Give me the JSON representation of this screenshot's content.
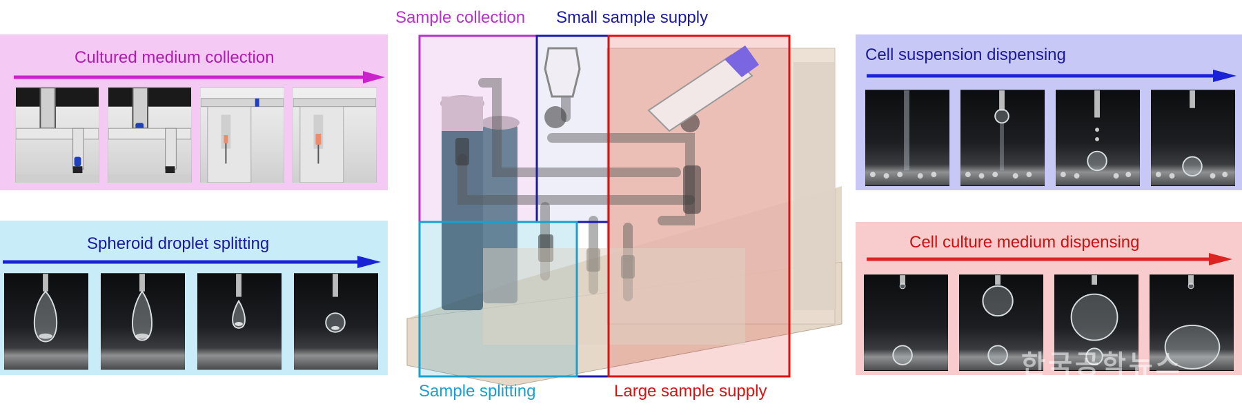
{
  "panels": {
    "cultured": {
      "title": "Cultured medium collection",
      "bg": "#f4c9f4",
      "title_color": "#b21ab2",
      "arrow_color": "#cc22cc"
    },
    "spheroid": {
      "title": "Spheroid droplet splitting",
      "bg": "#c8ecf8",
      "title_color": "#1a1aa0",
      "arrow_color": "#1a22d6"
    },
    "cell_suspension": {
      "title": "Cell suspension dispensing",
      "bg": "#c8c8f6",
      "title_color": "#1a1a9a",
      "arrow_color": "#1a22d6"
    },
    "culture_medium": {
      "title": "Cell culture medium dispensing",
      "bg": "#f8cccc",
      "title_color": "#cc1111",
      "arrow_color": "#dd2222"
    }
  },
  "regions": {
    "sample_collection": {
      "label": "Sample collection",
      "color": "#b533c8"
    },
    "small_sample_supply": {
      "label": "Small sample supply",
      "color": "#1a1aa8"
    },
    "sample_splitting": {
      "label": "Sample splitting",
      "color": "#1aa0cc"
    },
    "large_sample_supply": {
      "label": "Large sample supply",
      "color": "#dd1111"
    }
  },
  "watermark": "한국공학뉴스"
}
